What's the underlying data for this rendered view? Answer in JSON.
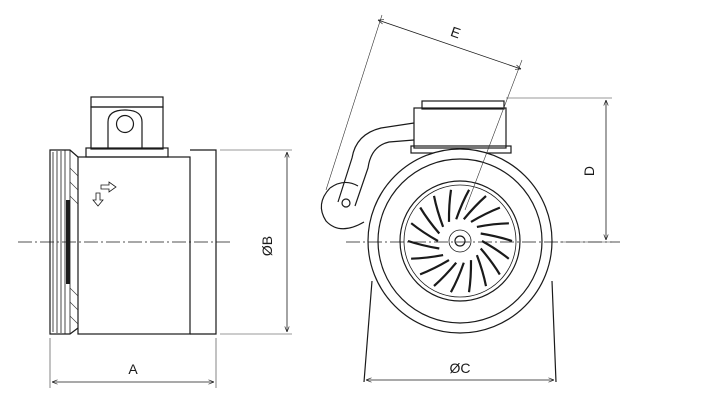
{
  "dimensions": {
    "a": "A",
    "b": "ØB",
    "c": "ØC",
    "d": "D",
    "e": "E"
  },
  "colors": {
    "line": "#1a1a1a",
    "background": "#ffffff"
  }
}
